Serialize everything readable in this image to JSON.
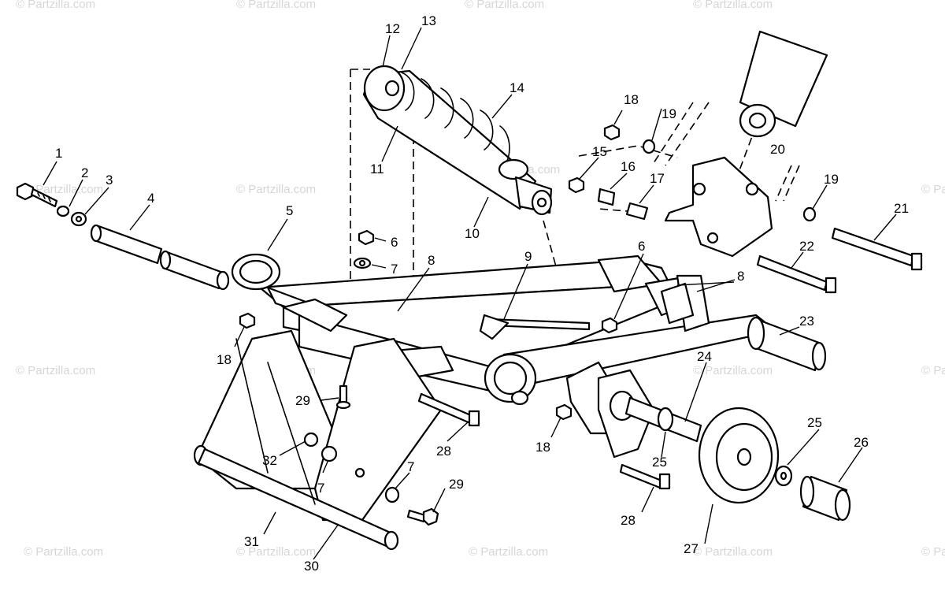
{
  "watermark": "© Partzilla.com",
  "callouts": [
    "1",
    "2",
    "3",
    "4",
    "5",
    "6",
    "6",
    "7",
    "7",
    "7",
    "8",
    "8",
    "9",
    "10",
    "11",
    "12",
    "13",
    "14",
    "15",
    "16",
    "17",
    "18",
    "18",
    "18",
    "19",
    "19",
    "20",
    "21",
    "22",
    "23",
    "24",
    "25",
    "25",
    "26",
    "27",
    "28",
    "28",
    "29",
    "29",
    "30",
    "31",
    "32"
  ]
}
